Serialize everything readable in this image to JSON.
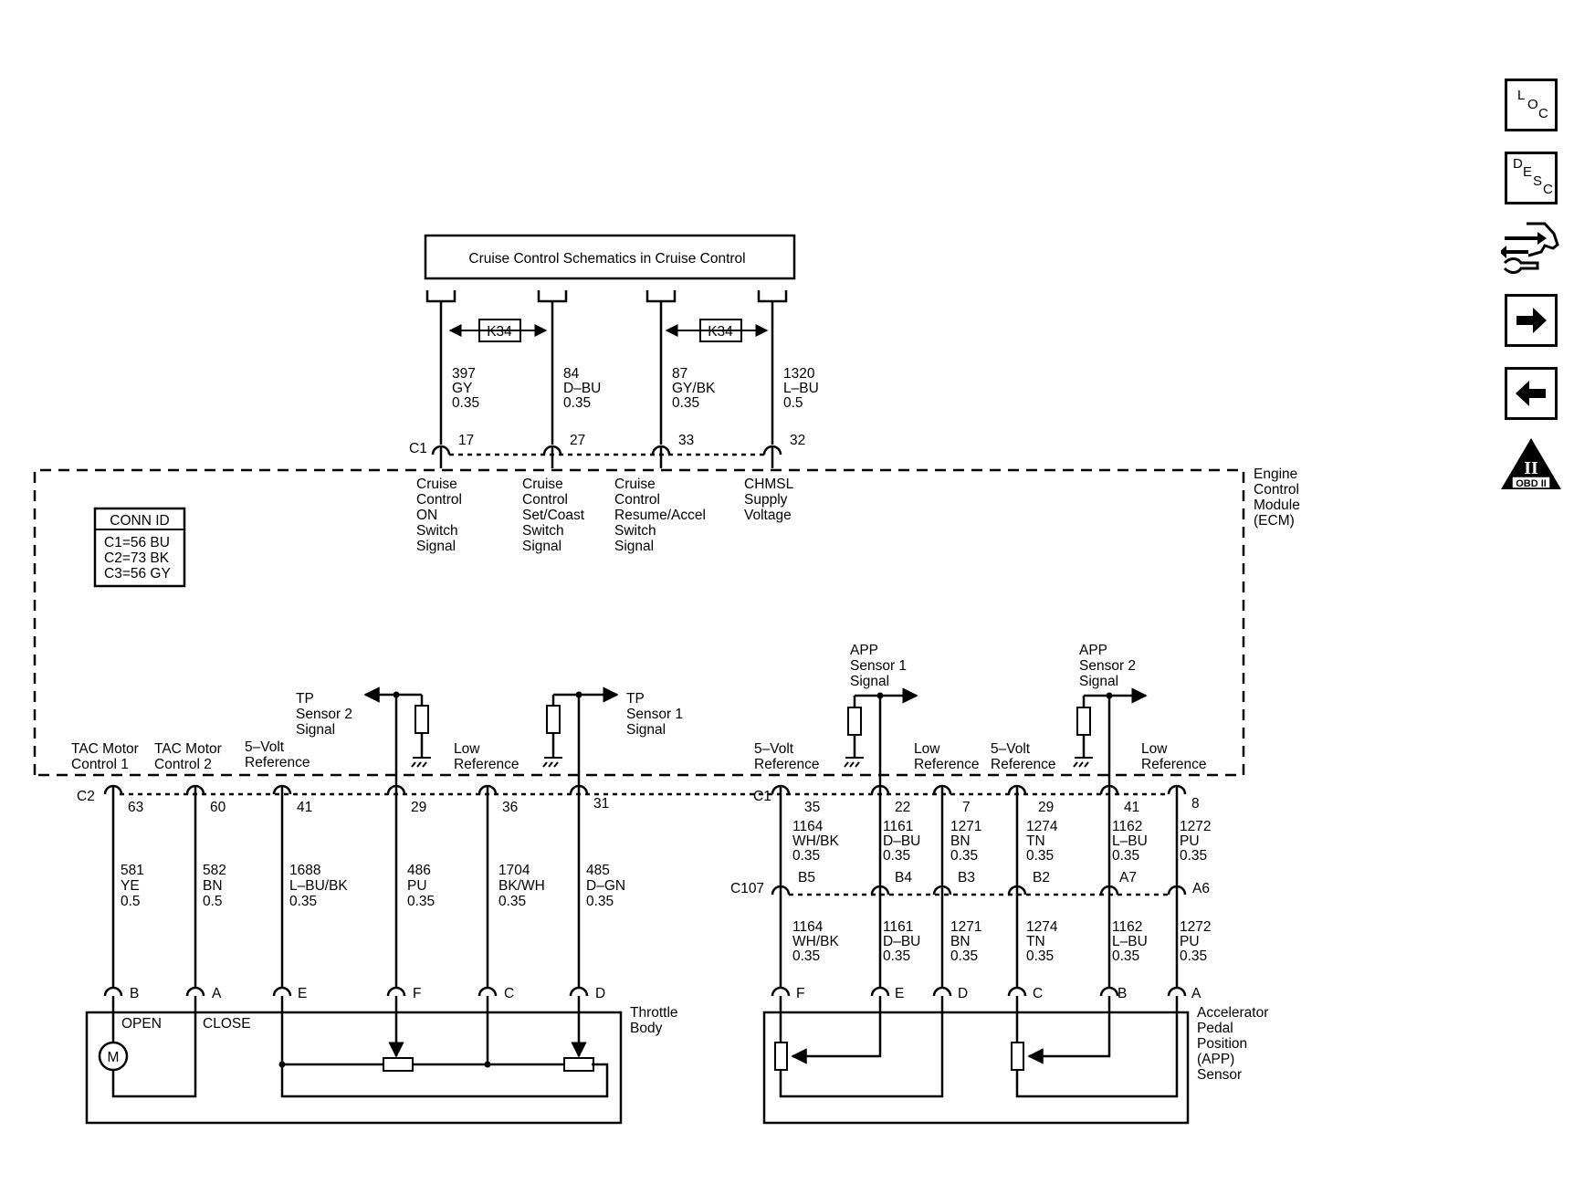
{
  "header_box": "Cruise Control Schematics in Cruise Control",
  "option_tag": "K34",
  "upper_connector": "C1",
  "upper_pins": [
    "17",
    "27",
    "33",
    "32"
  ],
  "upper_wires": [
    {
      "circuit": "397",
      "color": "GY",
      "gauge": "0.35"
    },
    {
      "circuit": "84",
      "color": "D–BU",
      "gauge": "0.35"
    },
    {
      "circuit": "87",
      "color": "GY/BK",
      "gauge": "0.35"
    },
    {
      "circuit": "1320",
      "color": "L–BU",
      "gauge": "0.5"
    }
  ],
  "upper_functions": [
    [
      "Cruise",
      "Control",
      "ON",
      "Switch",
      "Signal"
    ],
    [
      "Cruise",
      "Control",
      "Set/Coast",
      "Switch",
      "Signal"
    ],
    [
      "Cruise",
      "Control",
      "Resume/Accel",
      "Switch",
      "Signal"
    ],
    [
      "CHMSL",
      "Supply",
      "Voltage"
    ]
  ],
  "module_name": [
    "Engine",
    "Control",
    "Module",
    "(ECM)"
  ],
  "conn_id": {
    "title": "CONN ID",
    "rows": [
      "C1=56 BU",
      "C2=73 BK",
      "C3=56 GY"
    ]
  },
  "throttle": {
    "connector": "C2",
    "functions": [
      [
        "TAC Motor",
        "Control 1"
      ],
      [
        "TAC Motor",
        "Control 2"
      ],
      [
        "5–Volt",
        "Reference"
      ],
      [
        "Low",
        "Reference"
      ]
    ],
    "tp2_label": [
      "TP",
      "Sensor 2",
      "Signal"
    ],
    "tp1_label": [
      "TP",
      "Sensor 1",
      "Signal"
    ],
    "pins": [
      "63",
      "60",
      "41",
      "29",
      "36",
      "31"
    ],
    "wires": [
      {
        "circuit": "581",
        "color": "YE",
        "gauge": "0.5"
      },
      {
        "circuit": "582",
        "color": "BN",
        "gauge": "0.5"
      },
      {
        "circuit": "1688",
        "color": "L–BU/BK",
        "gauge": "0.35"
      },
      {
        "circuit": "486",
        "color": "PU",
        "gauge": "0.35"
      },
      {
        "circuit": "1704",
        "color": "BK/WH",
        "gauge": "0.35"
      },
      {
        "circuit": "485",
        "color": "D–GN",
        "gauge": "0.35"
      }
    ],
    "component_pins": [
      "B",
      "A",
      "E",
      "F",
      "C",
      "D"
    ],
    "open": "OPEN",
    "close": "CLOSE",
    "motor": "M",
    "component_name": [
      "Throttle",
      "Body"
    ]
  },
  "app": {
    "connector": "C1",
    "functions": [
      [
        "5–Volt",
        "Reference"
      ],
      [
        "Low",
        "Reference"
      ],
      [
        "5–Volt",
        "Reference"
      ],
      [
        "Low",
        "Reference"
      ]
    ],
    "s1_label": [
      "APP",
      "Sensor 1",
      "Signal"
    ],
    "s2_label": [
      "APP",
      "Sensor 2",
      "Signal"
    ],
    "pins": [
      "35",
      "22",
      "7",
      "29",
      "41",
      "8"
    ],
    "wires": [
      {
        "circuit": "1164",
        "color": "WH/BK",
        "gauge": "0.35"
      },
      {
        "circuit": "1161",
        "color": "D–BU",
        "gauge": "0.35"
      },
      {
        "circuit": "1271",
        "color": "BN",
        "gauge": "0.35"
      },
      {
        "circuit": "1274",
        "color": "TN",
        "gauge": "0.35"
      },
      {
        "circuit": "1162",
        "color": "L–BU",
        "gauge": "0.35"
      },
      {
        "circuit": "1272",
        "color": "PU",
        "gauge": "0.35"
      }
    ],
    "inline_connector": "C107",
    "inline_pins": [
      "B5",
      "B4",
      "B3",
      "B2",
      "A7",
      "A6"
    ],
    "component_pins": [
      "F",
      "E",
      "D",
      "C",
      "B",
      "A"
    ],
    "component_name": [
      "Accelerator",
      "Pedal",
      "Position",
      "(APP)",
      "Sensor"
    ]
  },
  "sidebar": {
    "loc": {
      "l1": "L",
      "l2": "O",
      "l3": "C"
    },
    "desc": {
      "l1": "D",
      "l2": "E",
      "l3": "S",
      "l4": "C"
    },
    "obd": {
      "numeral": "II",
      "text": "OBD II"
    }
  }
}
